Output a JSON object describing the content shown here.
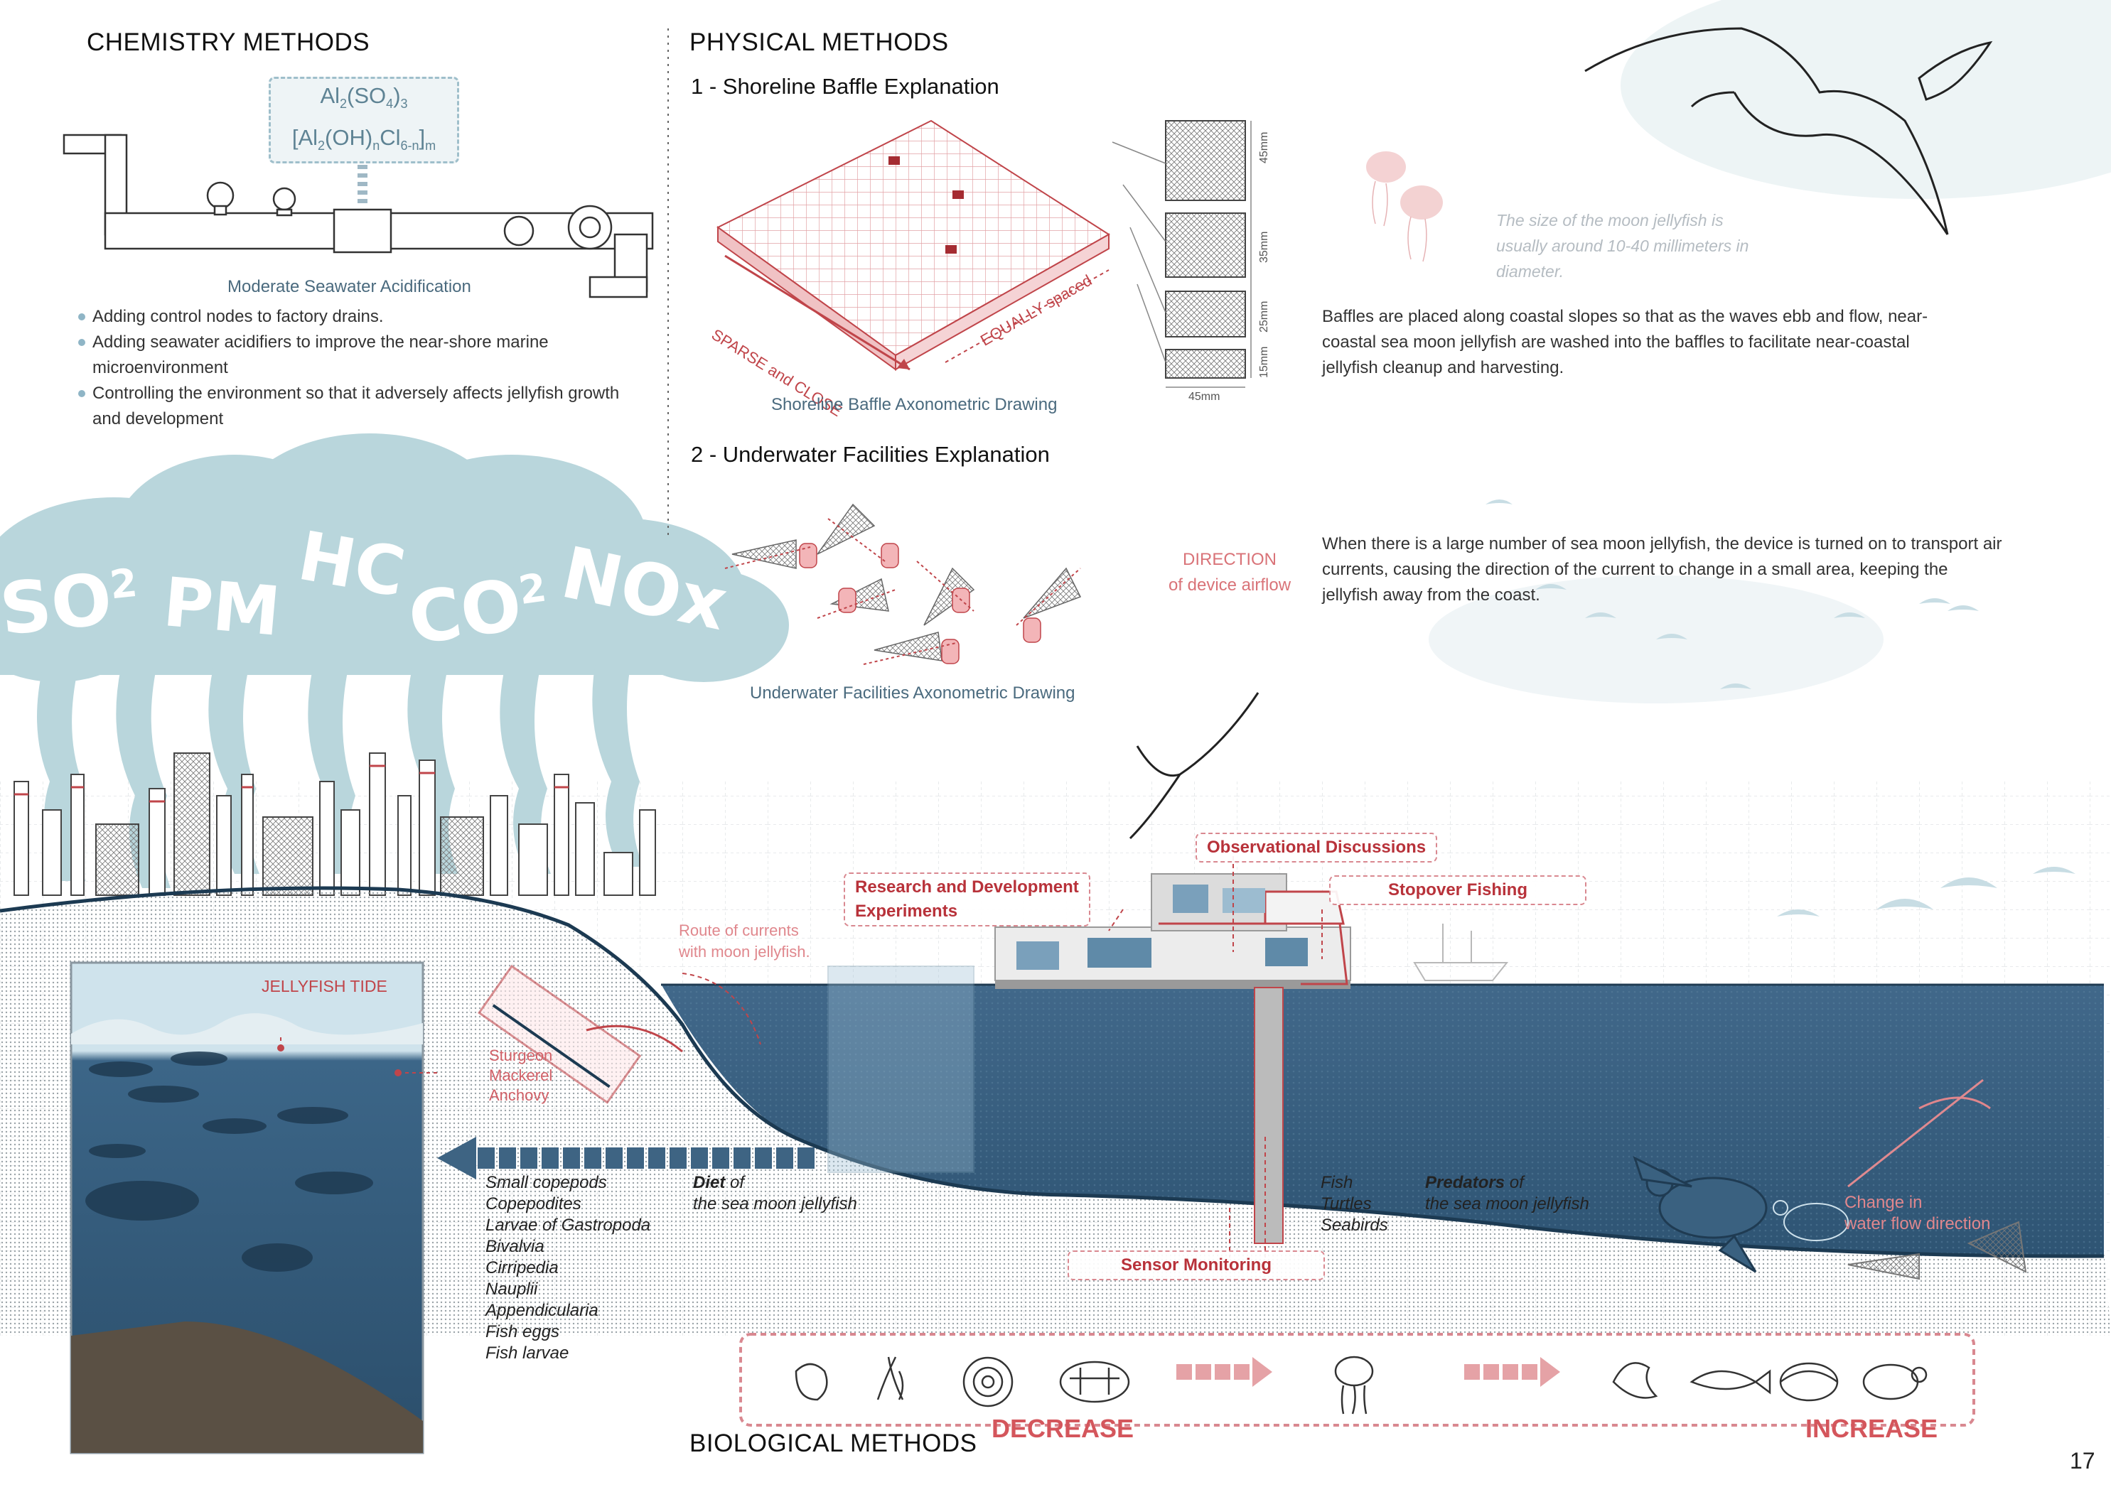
{
  "chemistry": {
    "heading": "CHEMISTRY  METHODS",
    "formula_line1_base": "Al",
    "formula_line1_sub1": "2",
    "formula_line1_mid": "(SO",
    "formula_line1_sub2": "4",
    "formula_line1_end": ")",
    "formula_line1_sub3": "3",
    "formula_line2_a": "[Al",
    "formula_line2_sub1": "2",
    "formula_line2_b": "(OH)",
    "formula_line2_sub2": "n",
    "formula_line2_c": "Cl",
    "formula_line2_sub3": "6-n",
    "formula_line2_d": "]",
    "formula_line2_sub4": "m",
    "pipe_caption": "Moderate Seawater Acidification",
    "bullets": [
      "Adding control nodes to factory drains.",
      "Adding seawater acidifiers to improve the near-shore marine microenvironment",
      "Controlling the environment so that it adversely affects jellyfish growth and development"
    ]
  },
  "physical": {
    "heading": "PHYSICAL METHODS",
    "section1_title": "1 - Shoreline Baffle Explanation",
    "baffle_label_sparse": "SPARSE and CLOSE",
    "baffle_label_equal": "EQUALLY spaced",
    "baffle_caption": "Shoreline Baffle Axonometric Drawing",
    "dims": [
      "45mm",
      "35mm",
      "25mm",
      "15mm"
    ],
    "dim_width": "45mm",
    "jellyfish_note": "The size of the moon jellyfish is usually around 10-40 millimeters in diameter.",
    "baffle_text": "Baffles are placed along coastal slopes so that as the waves ebb and flow, near-coastal sea moon jellyfish are washed into the baffles to facilitate near-coastal jellyfish cleanup and harvesting.",
    "section2_title": "2 - Underwater Facilities Explanation",
    "airflow_label_1": "DIRECTION",
    "airflow_label_2": "of device airflow",
    "underwater_caption": "Underwater Facilities Axonometric Drawing",
    "underwater_text": "When there is a large number of sea moon jellyfish, the device is turned on to transport air currents, causing the direction of the current to change in a small area, keeping the jellyfish away from the coast."
  },
  "pollution_words": [
    "SO",
    "2",
    "PM",
    "HC",
    "CO",
    "2",
    "NOx"
  ],
  "section_scene": {
    "jellyfish_tide": "JELLYFISH TIDE",
    "fish_labels": [
      "Sturgeon",
      "Mackerel",
      "Anchovy"
    ],
    "route_label": [
      "Route of currents",
      "with moon jellyfish."
    ],
    "diet_items": [
      "Small copepods",
      "Copepodites",
      "Larvae of Gastropoda",
      "Bivalvia",
      "Cirripedia",
      "Nauplii",
      "Appendicularia",
      "Fish eggs",
      "Fish larvae"
    ],
    "diet_title_bold": "Diet",
    "diet_title_rest": " of",
    "diet_title_line2": "the sea moon jellyfish",
    "predator_items": [
      "Fish",
      "Turtles",
      "Seabirds"
    ],
    "predator_title_bold": "Predators",
    "predator_title_rest": " of",
    "predator_title_line2": "the sea moon jellyfish",
    "tags": {
      "observational": "Observational Discussions",
      "research": [
        "Research and Development",
        "Experiments"
      ],
      "stopover": "Stopover Fishing",
      "sensor": "Sensor Monitoring"
    },
    "water_flow_label": [
      "Change in",
      "water flow direction"
    ]
  },
  "biological": {
    "heading": "BIOLOGICAL METHODS",
    "decrease": "DECREASE",
    "increase": "INCREASE"
  },
  "page_number": "17",
  "colors": {
    "sea": "#3e6483",
    "sea_dark": "#2c4d68",
    "smoke": "#b9d6dc",
    "accent_red": "#c0454a",
    "caption_blue": "#4a6a7e"
  }
}
